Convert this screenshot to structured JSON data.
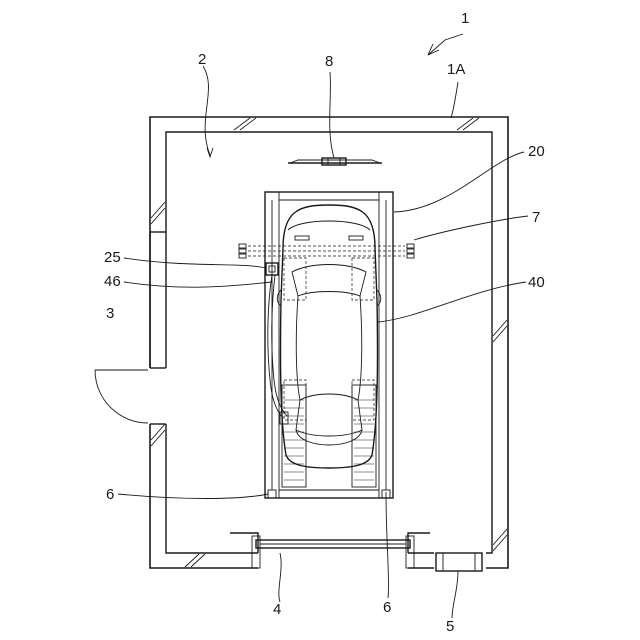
{
  "labels": {
    "fig": "1",
    "building": "1A",
    "room": "2",
    "entrance": "3",
    "shutter": "4",
    "outlet": "5",
    "guide_left": "6",
    "guide_right": "6",
    "camera": "7",
    "light": "8",
    "device": "20",
    "unit": "25",
    "cable": "46",
    "vehicle": "40"
  }
}
